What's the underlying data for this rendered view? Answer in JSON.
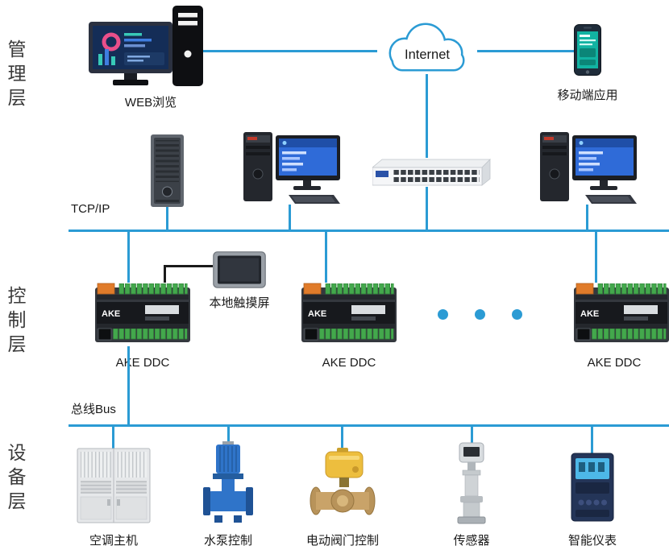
{
  "diagram": {
    "layers": [
      {
        "label": "管理层"
      },
      {
        "label": "控制层"
      },
      {
        "label": "设备层"
      }
    ],
    "management": {
      "web_label": "WEB浏览",
      "internet_label": "Internet",
      "mobile_label": "移动端应用",
      "tcpip_label": "TCP/IP"
    },
    "control": {
      "touchscreen_label": "本地触摸屏",
      "bus_label": "总线Bus",
      "ddc_brand": "AKE",
      "ddcs": [
        {
          "label": "AKE DDC"
        },
        {
          "label": "AKE DDC"
        },
        {
          "label": "AKE DDC"
        }
      ]
    },
    "devices": [
      {
        "label": "空调主机"
      },
      {
        "label": "水泵控制"
      },
      {
        "label": "电动阀门控制"
      },
      {
        "label": "传感器"
      },
      {
        "label": "智能仪表"
      }
    ],
    "colors": {
      "network_line": "#2b9bd4",
      "touchscreen_link": "#1a1a1a"
    }
  }
}
